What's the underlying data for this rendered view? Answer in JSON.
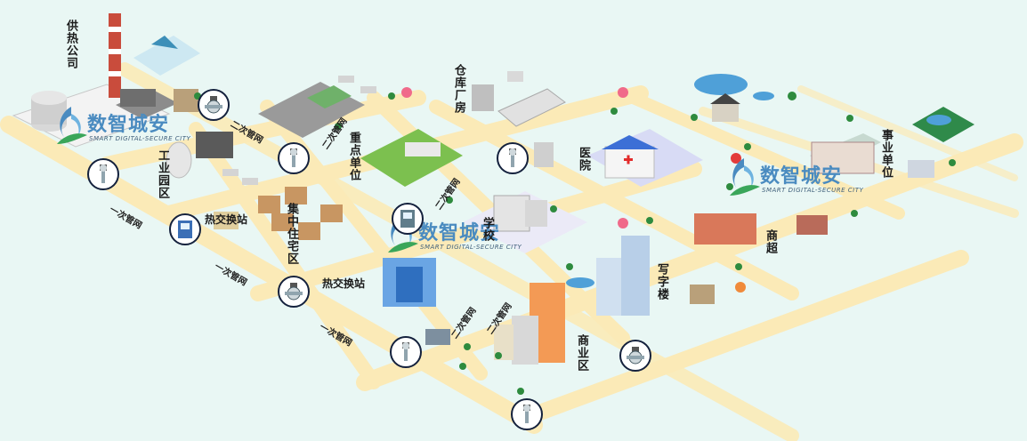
{
  "logo": {
    "title": "数智城安",
    "subtitle": "SMART DIGITAL-SECURE CITY"
  },
  "districts": {
    "heating_company": "供热公司",
    "industrial_park": "工业园区",
    "key_unit": "重点单位",
    "warehouse": "仓库厂房",
    "hospital": "医院",
    "public_institution": "事业单位",
    "residential": "集中住宅区",
    "school": "学校",
    "supermarket": "商超",
    "office": "写字楼",
    "commercial": "商业区"
  },
  "stations": {
    "heat_exchange_1": "热交换站",
    "heat_exchange_2": "热交换站"
  },
  "pipes": {
    "p1": "二次管网",
    "p2": "一次管网",
    "p3": "二次管网",
    "p4": "一次管网",
    "p5": "一次管网",
    "p6": "二次管网",
    "p7": "二次管网",
    "p8": "二次管网"
  },
  "colors": {
    "background": "#e9f7f4",
    "road": "#fbeab7",
    "meter_ring": "#14213d",
    "logo_blue": "#4a8bc0",
    "logo_green": "#3aa65a"
  },
  "icons": {
    "flow_meter": "flowmeter-icon",
    "cabinet_meter": "cabinet-meter-icon",
    "location_pin": "location-pin-icon",
    "tree": "tree-icon"
  }
}
